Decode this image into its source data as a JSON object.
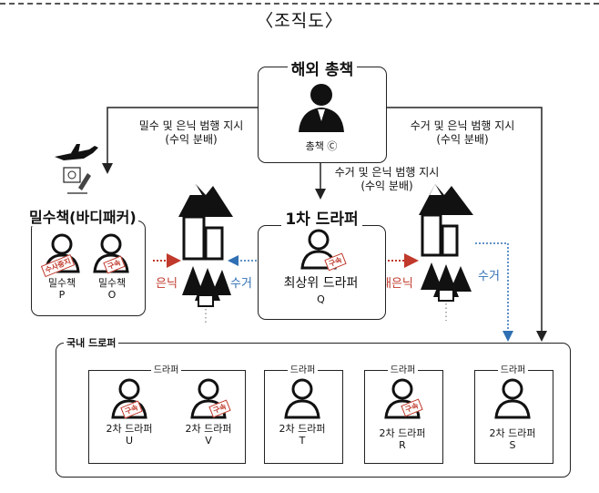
{
  "title": "〈조직도〉",
  "overseas": {
    "heading": "해외 총책",
    "person_label": "총책 Ⓒ"
  },
  "instructions": {
    "left": [
      "밀수 및 은닉 범행 지시",
      "(수익 분배)"
    ],
    "right": [
      "수거 및 은닉 범행 지시",
      "(수익 분배)"
    ],
    "center": [
      "수거 및 은닉 범행 지시",
      "(수익 분배)"
    ]
  },
  "smugglers": {
    "heading": "밀수책(바디패커)",
    "people": [
      {
        "role": "밀수책",
        "id": "P",
        "stamp": "수사중지"
      },
      {
        "role": "밀수책",
        "id": "O",
        "stamp": "구속"
      }
    ]
  },
  "first_dealer": {
    "heading": "1차 드라퍼",
    "role": "최상위 드라퍼",
    "id": "Q",
    "stamp": "구속"
  },
  "flow_labels": {
    "hide": "은닉",
    "collect_left": "수거",
    "rehide": "재은닉",
    "collect_right": "수거"
  },
  "domestic": {
    "heading": "국내 드로퍼",
    "groups": [
      {
        "label": "드라퍼",
        "people": [
          {
            "role": "2차 드라퍼",
            "id": "U",
            "stamp": "구속"
          },
          {
            "role": "2차 드라퍼",
            "id": "V",
            "stamp": "구속"
          }
        ]
      },
      {
        "label": "드라퍼",
        "people": [
          {
            "role": "2차 드라퍼",
            "id": "T",
            "stamp": ""
          }
        ]
      },
      {
        "label": "드라퍼",
        "people": [
          {
            "role": "2차 드라퍼",
            "id": "R",
            "stamp": "구속"
          }
        ]
      },
      {
        "label": "드라퍼",
        "people": [
          {
            "role": "2차 드라퍼",
            "id": "S",
            "stamp": ""
          }
        ]
      }
    ]
  },
  "colors": {
    "red": "#c0392b",
    "blue": "#2f6fb3",
    "line": "#222222"
  },
  "icons": [
    "airplane-icon",
    "smuggling-pack-icon",
    "mountain-city-icon",
    "person-icon",
    "boss-silhouette-icon"
  ]
}
